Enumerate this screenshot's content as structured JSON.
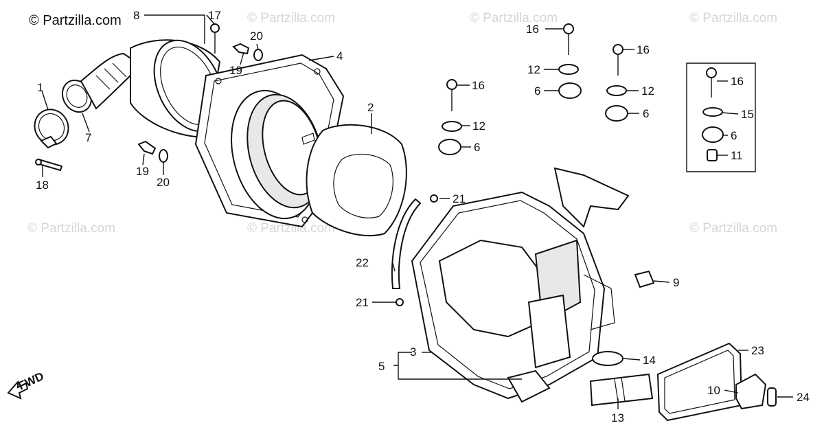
{
  "copyright": "© Partzilla.com",
  "watermark": "© Partzilla.com",
  "fwd_label": "FWD",
  "callouts": {
    "c1": "1",
    "c2": "2",
    "c3": "3",
    "c4": "4",
    "c5": "5",
    "c6a": "6",
    "c6b": "6",
    "c6c": "6",
    "c6d": "6",
    "c7": "7",
    "c8": "8",
    "c9": "9",
    "c10": "10",
    "c11": "11",
    "c12a": "12",
    "c12b": "12",
    "c12c": "12",
    "c13": "13",
    "c14": "14",
    "c15": "15",
    "c16a": "16",
    "c16b": "16",
    "c16c": "16",
    "c16d": "16",
    "c17": "17",
    "c18": "18",
    "c19a": "19",
    "c19b": "19",
    "c20a": "20",
    "c20b": "20",
    "c21a": "21",
    "c21b": "21",
    "c22": "22",
    "c23": "23",
    "c24": "24"
  }
}
